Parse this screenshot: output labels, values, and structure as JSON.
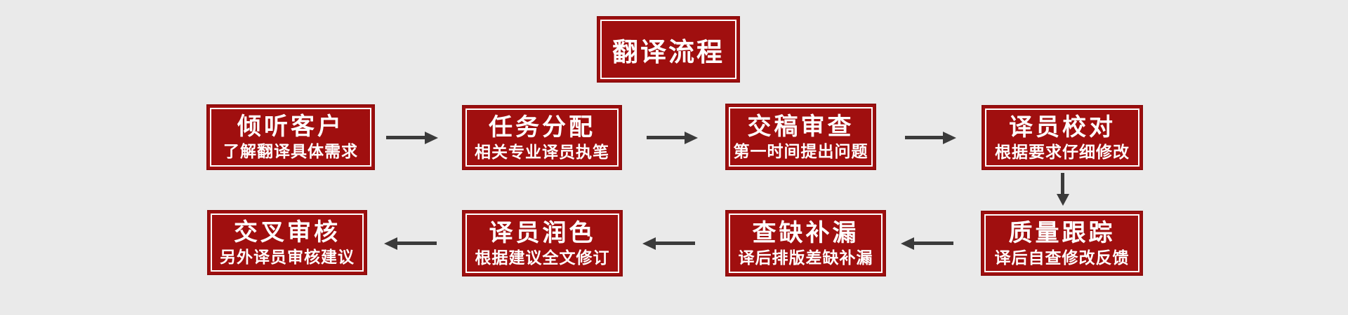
{
  "page": {
    "background_color": "#eaeaea"
  },
  "colors": {
    "box_fill": "#a00f0f",
    "box_border": "#8e0c0c",
    "inner_line": "#ffffff",
    "text": "#ffffff",
    "arrow": "#3b3b3b"
  },
  "header": {
    "title": "翻译流程"
  },
  "flow": {
    "type": "flowchart",
    "boxes": [
      {
        "id": "listen",
        "title": "倾听客户",
        "subtitle": "了解翻译具体需求"
      },
      {
        "id": "assign",
        "title": "任务分配",
        "subtitle": "相关专业译员执笔"
      },
      {
        "id": "review",
        "title": "交稿审查",
        "subtitle": "第一时间提出问题"
      },
      {
        "id": "proofread",
        "title": "译员校对",
        "subtitle": "根据要求仔细修改"
      },
      {
        "id": "quality",
        "title": "质量跟踪",
        "subtitle": "译后自查修改反馈"
      },
      {
        "id": "gaps",
        "title": "查缺补漏",
        "subtitle": "译后排版差缺补漏"
      },
      {
        "id": "polish",
        "title": "译员润色",
        "subtitle": "根据建议全文修订"
      },
      {
        "id": "cross",
        "title": "交叉审核",
        "subtitle": "另外译员审核建议"
      }
    ],
    "edges": [
      {
        "from": "listen",
        "to": "assign",
        "direction": "right"
      },
      {
        "from": "assign",
        "to": "review",
        "direction": "right"
      },
      {
        "from": "review",
        "to": "proofread",
        "direction": "right"
      },
      {
        "from": "proofread",
        "to": "quality",
        "direction": "down"
      },
      {
        "from": "quality",
        "to": "gaps",
        "direction": "left"
      },
      {
        "from": "gaps",
        "to": "polish",
        "direction": "left"
      },
      {
        "from": "polish",
        "to": "cross",
        "direction": "left"
      }
    ]
  }
}
